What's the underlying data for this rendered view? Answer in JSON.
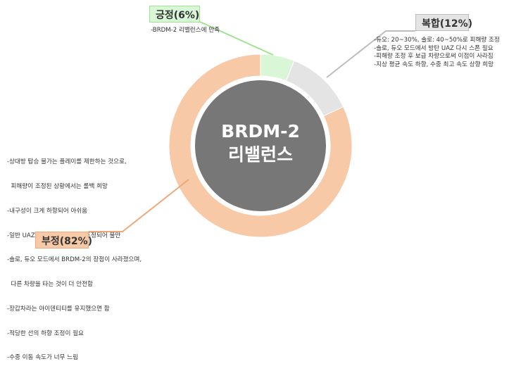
{
  "chart_data": {
    "type": "pie",
    "style": "donut",
    "title_lines": [
      "BRDM-2",
      "리밸런스"
    ],
    "slices": [
      {
        "name": "긍정(6%)",
        "value": 6,
        "color": "#d9f7d6",
        "box_border": "#9fe28f",
        "notes": [
          "-BRDM-2 리밸런스에 만족"
        ]
      },
      {
        "name": "복합(12%)",
        "value": 12,
        "color": "#e4e4e4",
        "box_border": "#bdbdbd",
        "notes": [
          "-듀오: 20~30%, 솔로: 40~50%로 피해량 조정",
          "-솔로, 듀오 모드에서 방탄 UAZ 다시 스폰 필요",
          "-피해량 조정 후 보급 차량으로써 이점이 사라짐",
          "-지상 평균 속도 하향, 수중 최고 속도 상향 희망"
        ]
      },
      {
        "name": "부정(82%)",
        "value": 82,
        "color": "#f8c9a6",
        "box_border": "#f0a77a",
        "notes": [
          "-상대방 탑승 불가는 플레이를 제한하는 것으로,",
          "  피해량이 조정된 상황에서는 롤백 희망",
          "-내구성이 크게 하향되어 아쉬움",
          "-일반 UAZ 내구성과 흡사하게 조정되어 불만",
          "-솔로, 듀오 모드에서 BRDM-2의 장점이 사라졌으며,",
          "  다른 차량을 타는 것이 더 안전함",
          "-장갑차라는 아이덴티티를 유지했으면 함",
          "-적당한 선의 하향 조정이 필요",
          "-수중 이동 속도가 너무 느림"
        ]
      }
    ],
    "center_color": "#777777",
    "legend": "callouts"
  }
}
